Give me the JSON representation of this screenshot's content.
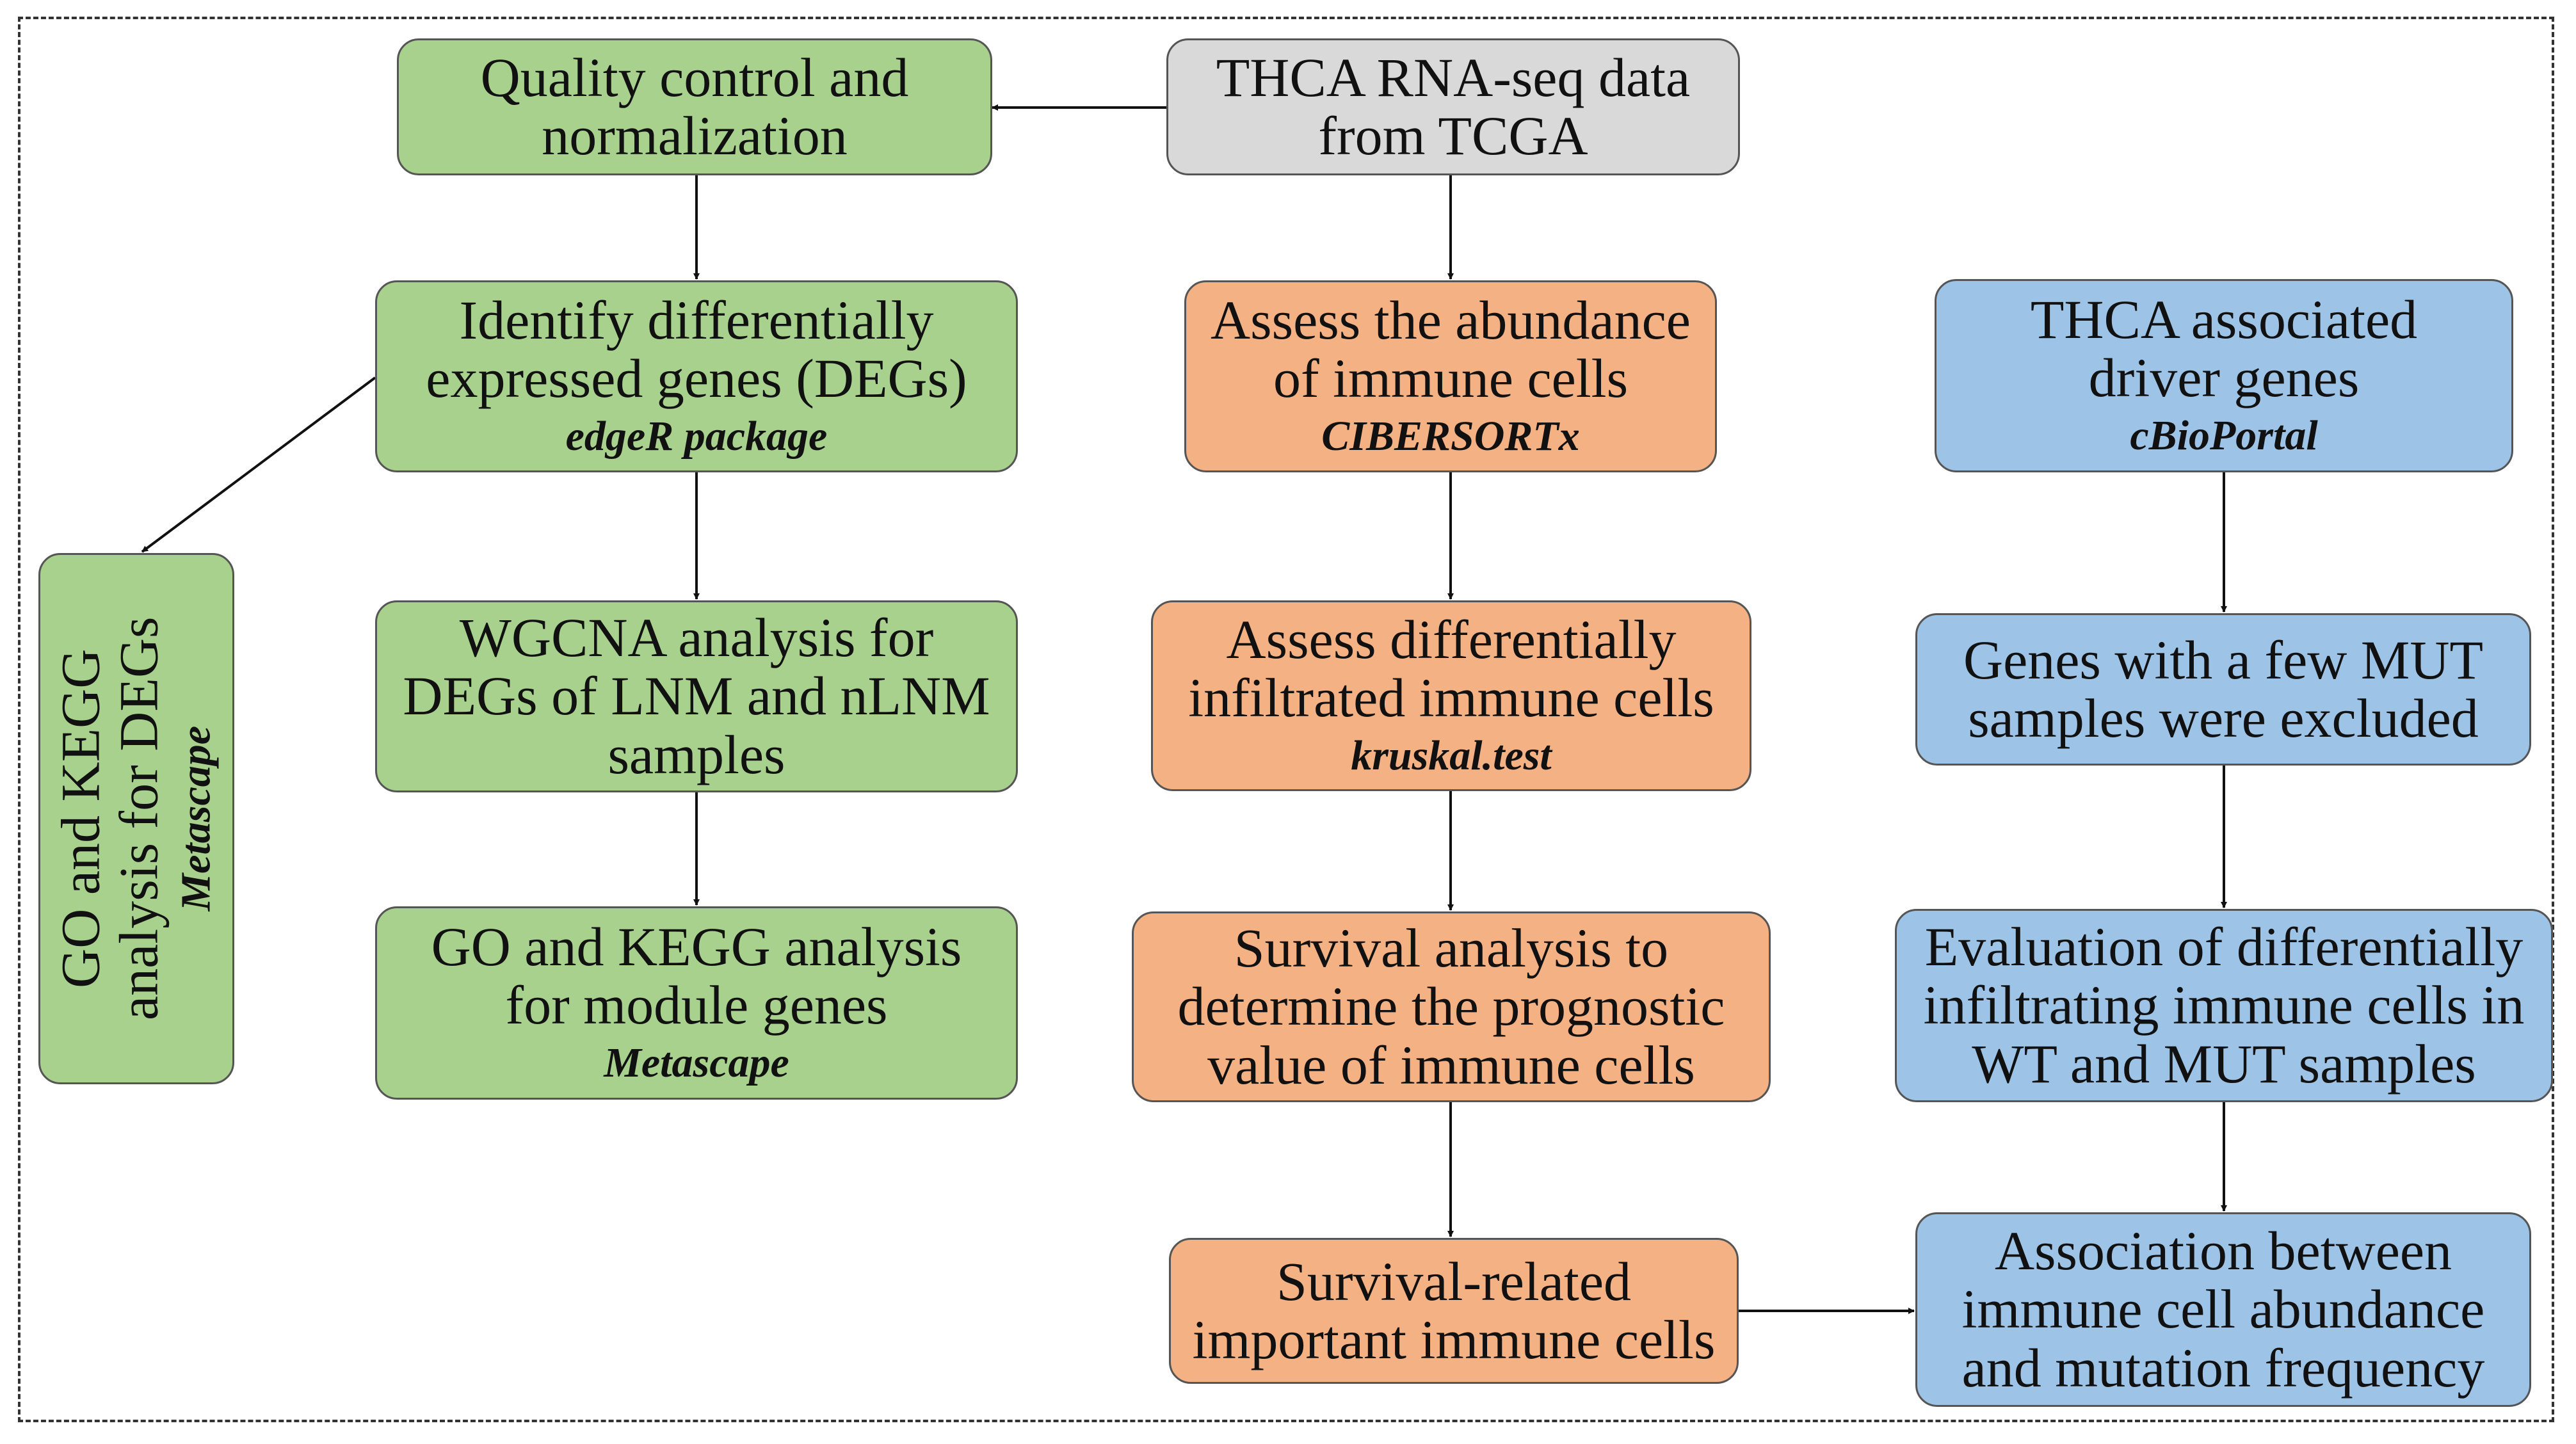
{
  "nodes": {
    "source": {
      "lines": [
        "THCA RNA-seq data",
        "from TCGA"
      ],
      "tool": ""
    },
    "qc": {
      "lines": [
        "Quality control and",
        "normalization"
      ],
      "tool": ""
    },
    "degs": {
      "lines": [
        "Identify differentially",
        "expressed genes (DEGs)"
      ],
      "tool": "edgeR package"
    },
    "wgcna": {
      "lines": [
        "WGCNA analysis for",
        "DEGs of LNM and nLNM",
        "samples"
      ],
      "tool": ""
    },
    "go_module": {
      "lines": [
        "GO and KEGG analysis",
        "for module genes"
      ],
      "tool": "Metascape"
    },
    "go_degs": {
      "lines": [
        "GO and KEGG",
        "analysis for DEGs"
      ],
      "tool": "Metascape"
    },
    "abundance": {
      "lines": [
        "Assess the abundance",
        "of immune cells"
      ],
      "tool": "CIBERSORTx"
    },
    "diff_infiltrated": {
      "lines": [
        "Assess differentially",
        "infiltrated immune cells"
      ],
      "tool": "kruskal.test"
    },
    "survival": {
      "lines": [
        "Survival analysis to",
        "determine the prognostic",
        "value of immune cells"
      ],
      "tool": ""
    },
    "survival_cells": {
      "lines": [
        "Survival-related",
        "important immune cells"
      ],
      "tool": ""
    },
    "driver": {
      "lines": [
        "THCA associated",
        "driver genes"
      ],
      "tool": "cBioPortal"
    },
    "excluded": {
      "lines": [
        "Genes with a few MUT",
        "samples were excluded"
      ],
      "tool": ""
    },
    "evaluation": {
      "lines": [
        "Evaluation of differentially",
        "infiltrating immune cells in",
        "WT and MUT samples"
      ],
      "tool": ""
    },
    "association": {
      "lines": [
        "Association between",
        "immune cell abundance",
        "and mutation frequency"
      ],
      "tool": ""
    }
  },
  "colors": {
    "green": "#a9d18e",
    "grey": "#d9d9d9",
    "orange": "#f4b183",
    "blue": "#9dc3e6",
    "arrow": "#111111"
  }
}
